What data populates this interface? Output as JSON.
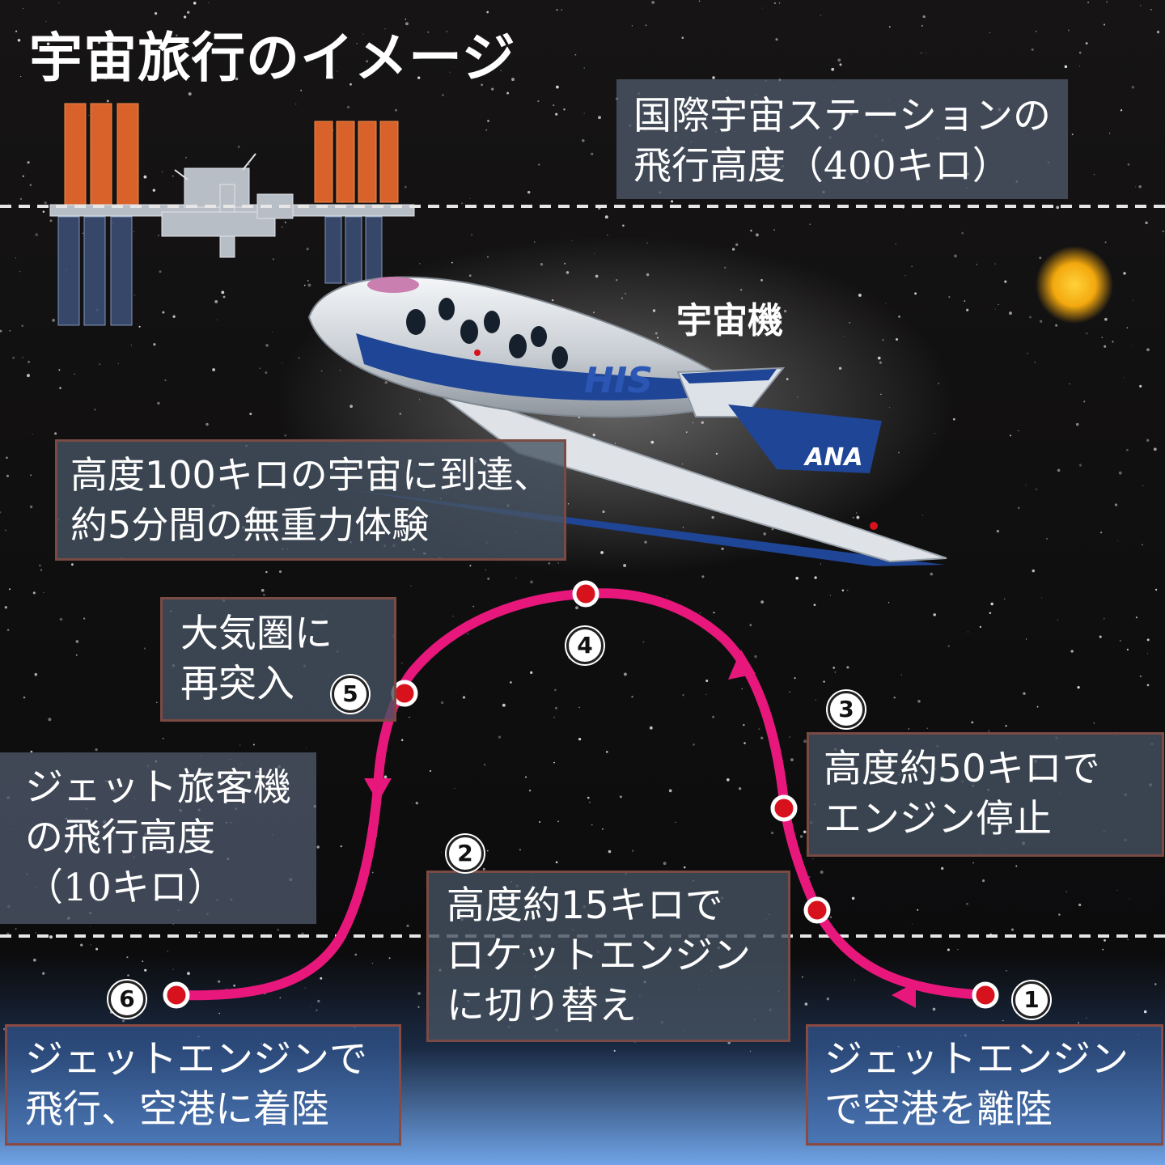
{
  "title": "宇宙旅行のイメージ",
  "iss_label": {
    "lines": [
      "国際宇宙ステーションの",
      "飛行高度（400キロ）"
    ]
  },
  "plane_label": "宇宙機",
  "plane_markings": {
    "livery": "HIS",
    "tail": "ANA"
  },
  "zero_g_label": {
    "lines": [
      "高度100キロの宇宙に到達、",
      "約5分間の無重力体験"
    ]
  },
  "jet_altitude_label": {
    "lines": [
      "ジェット旅客機",
      "の飛行高度",
      "（10キロ）"
    ]
  },
  "steps": [
    {
      "num": "1",
      "lines": [
        "ジェットエンジン",
        "で空港を離陸"
      ]
    },
    {
      "num": "2",
      "lines": [
        "高度約15キロで",
        "ロケットエンジン",
        "に切り替え"
      ]
    },
    {
      "num": "3",
      "lines": [
        "高度約50キロで",
        "エンジン停止"
      ]
    },
    {
      "num": "4",
      "lines": []
    },
    {
      "num": "5",
      "lines": [
        "大気圏に",
        "再突入"
      ]
    },
    {
      "num": "6",
      "lines": [
        "ジェットエンジンで",
        "飛行、空港に着陸"
      ]
    }
  ],
  "colors": {
    "trajectory": "#e8177c",
    "point": "#d8121c",
    "box_border": "#7a4a44",
    "space": "#0d0c0c",
    "sun": "#f3b012",
    "ground_glow": "#6fa3e6"
  }
}
